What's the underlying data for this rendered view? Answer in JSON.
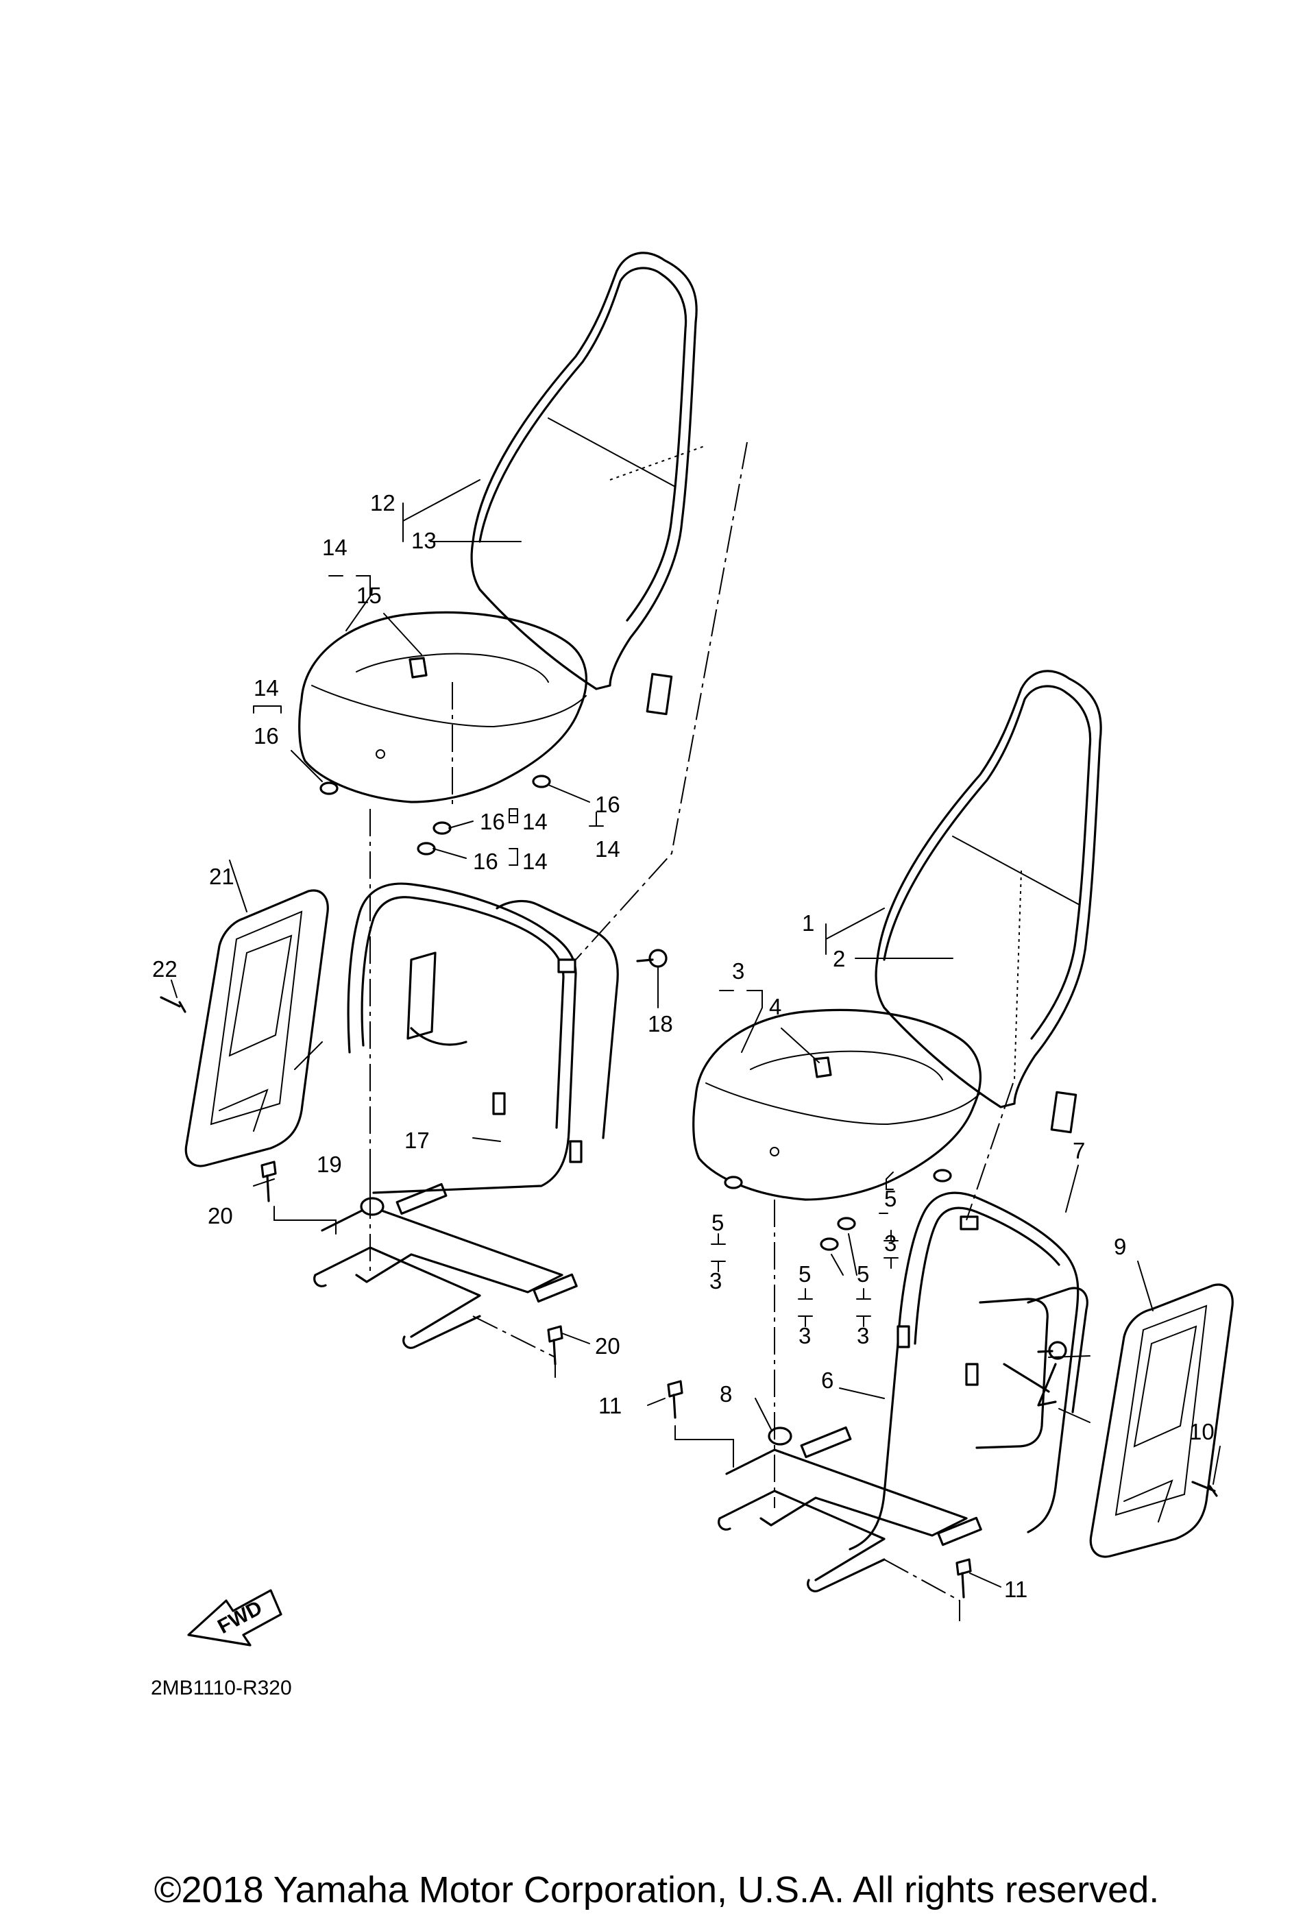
{
  "diagram": {
    "code": "2MB1110-R320",
    "copyright": "©2018 Yamaha Motor Corporation, U.S.A. All rights reserved.",
    "fwd_label": "FWD",
    "callouts": {
      "c1": "1",
      "c2": "2",
      "c3": "3",
      "c4": "4",
      "c5a": "5",
      "c5b": "5",
      "c5c": "5",
      "c5d": "5",
      "c3a": "3",
      "c3b": "3",
      "c3c": "3",
      "c3d": "3",
      "c6": "6",
      "c7": "7",
      "c8": "8",
      "c9": "9",
      "c10": "10",
      "c11a": "11",
      "c11b": "11",
      "c12": "12",
      "c13": "13",
      "c14a": "14",
      "c14b": "14",
      "c14c": "14",
      "c14d": "14",
      "c14e": "14",
      "c15": "15",
      "c16a": "16",
      "c16b": "16",
      "c16c": "16",
      "c16d": "16",
      "c17": "17",
      "c18": "18",
      "c19": "19",
      "c20a": "20",
      "c20b": "20",
      "c21": "21",
      "c22": "22"
    }
  }
}
